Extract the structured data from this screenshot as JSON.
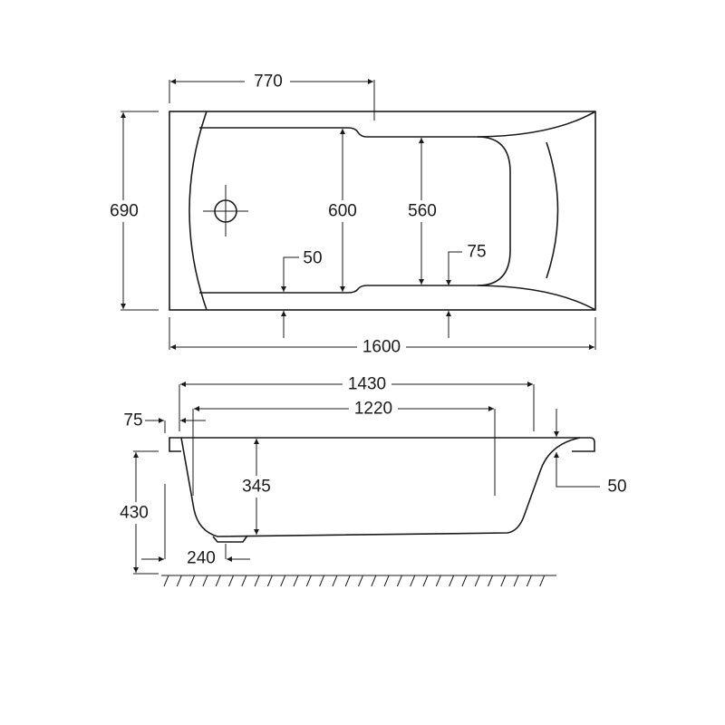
{
  "top_view": {
    "overall_length": "1600",
    "overall_width": "690",
    "drain_offset": "770",
    "basin_width_front": "600",
    "basin_width_back": "560",
    "rim_front": "50",
    "rim_back": "75"
  },
  "side_view": {
    "top_length": "1430",
    "bottom_length": "1220",
    "rim_overhang": "75",
    "height": "430",
    "depth": "345",
    "drain_position": "240",
    "rim_thickness": "50"
  },
  "colors": {
    "line": "#1a1a1a",
    "background": "#ffffff"
  }
}
